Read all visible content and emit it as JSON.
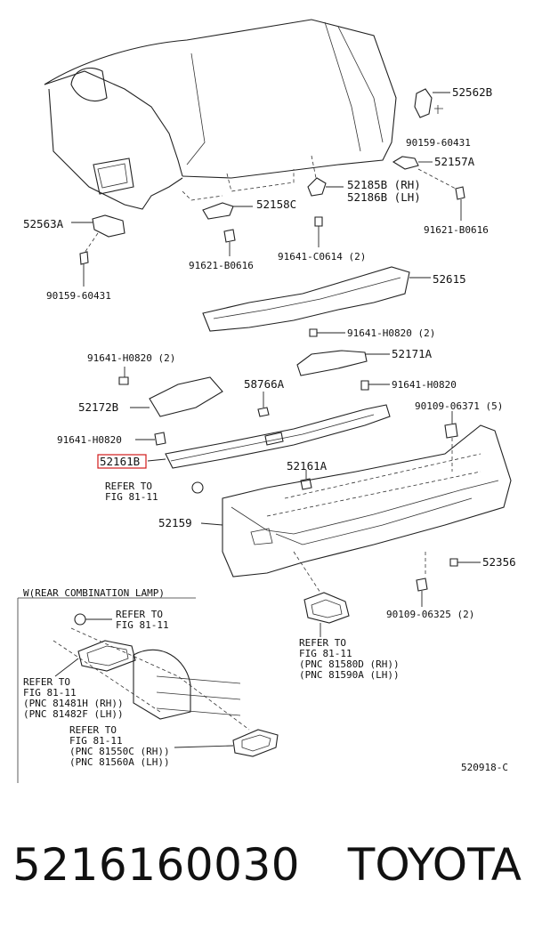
{
  "labels": {
    "p52562B": "52562B",
    "p90159_60431_top": "90159-60431",
    "p52157A": "52157A",
    "p52185B": "52185B (RH)",
    "p52186B": "52186B (LH)",
    "p91621_B0616_right": "91621-B0616",
    "p52563A": "52563A",
    "p52158C": "52158C",
    "p91621_B0616_mid": "91621-B0616",
    "p91641_C0614": "91641-C0614 (2)",
    "p90159_60431_left": "90159-60431",
    "p52615": "52615",
    "p91641_H0820_2_right": "91641-H0820 (2)",
    "p91641_H0820_2_left": "91641-H0820 (2)",
    "p52171A": "52171A",
    "p58766A": "58766A",
    "p91641_H0820_right": "91641-H0820",
    "p52172B": "52172B",
    "p90109_06371": "90109-06371 (5)",
    "p91641_H0820_left": "91641-H0820",
    "p52161B": "52161B",
    "p52161A": "52161A",
    "refer1_a": "REFER TO",
    "refer1_b": "FIG 81-11",
    "p52159": "52159",
    "p52356": "52356",
    "lamp_title": "W(REAR COMBINATION LAMP)",
    "refer2_a": "REFER TO",
    "refer2_b": "FIG 81-11",
    "p90109_06325": "90109-06325 (2)",
    "refer3_a": "REFER TO",
    "refer3_b": "FIG 81-11",
    "refer3_c": "(PNC 81580D (RH))",
    "refer3_d": "(PNC 81590A (LH))",
    "refer4_a": "REFER TO",
    "refer4_b": "FIG 81-11",
    "refer4_c": "(PNC 81481H (RH))",
    "refer4_d": "(PNC 81482F (LH))",
    "refer5_a": "REFER TO",
    "refer5_b": "FIG 81-11",
    "refer5_c": "(PNC 81550C (RH))",
    "refer5_d": "(PNC 81560A (LH))",
    "figure_code": "520918-C"
  },
  "highlight_color": "#d11a1a",
  "footer": {
    "part_number": "5216160030",
    "brand": "TOYOTA"
  }
}
